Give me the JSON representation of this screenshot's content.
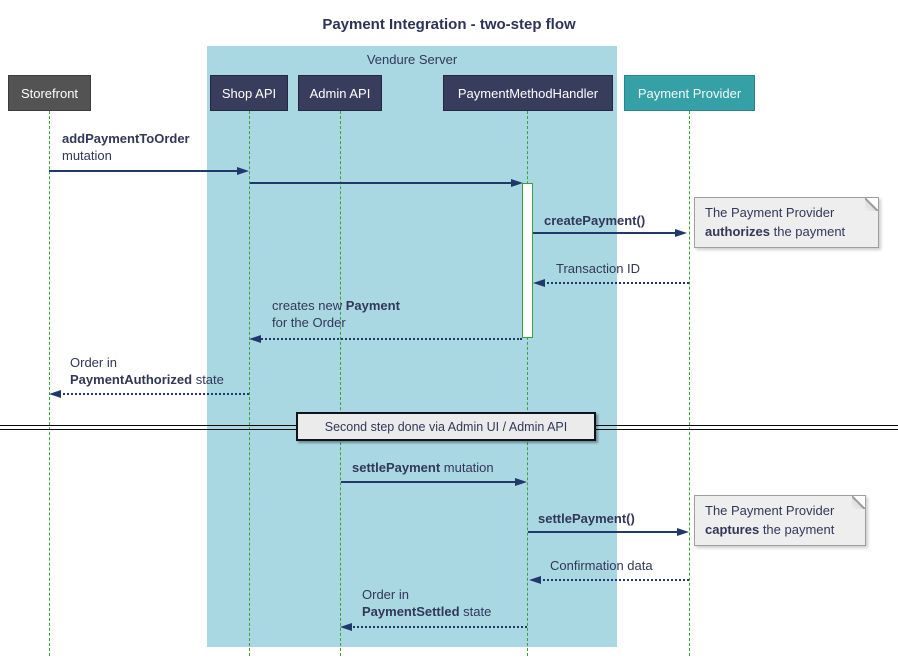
{
  "title": "Payment Integration - two-step flow",
  "frame": {
    "label": "Vendure Server"
  },
  "participants": [
    {
      "id": "storefront",
      "label": "Storefront"
    },
    {
      "id": "shop-api",
      "label": "Shop API"
    },
    {
      "id": "admin-api",
      "label": "Admin API"
    },
    {
      "id": "payment-method-handler",
      "label": "PaymentMethodHandler"
    },
    {
      "id": "payment-provider",
      "label": "Payment Provider"
    }
  ],
  "messages": {
    "add_payment": {
      "bold": "addPaymentToOrder",
      "rest": "mutation"
    },
    "create_payment": {
      "bold": "createPayment()"
    },
    "transaction_id": {
      "text": "Transaction ID"
    },
    "creates_new": {
      "pre": "creates new ",
      "bold": "Payment",
      "line2": "for the Order"
    },
    "payment_authorized": {
      "line1": "Order in",
      "bold": "PaymentAuthorized",
      "post": " state"
    },
    "settle_mutation": {
      "bold": "settlePayment",
      "post": " mutation"
    },
    "settle_payment": {
      "bold": "settlePayment()"
    },
    "confirmation": {
      "text": "Confirmation data"
    },
    "payment_settled": {
      "line1": "Order in",
      "bold": "PaymentSettled",
      "post": " state"
    }
  },
  "divider": {
    "text": "Second step done via Admin UI / Admin API"
  },
  "notes": {
    "authorize": {
      "line1": "The Payment Provider",
      "bold": "authorizes",
      "post": " the payment"
    },
    "capture": {
      "line1": "The Payment Provider",
      "bold": "captures",
      "post": " the payment"
    }
  },
  "colors": {
    "frame_background": "#a9d8e2",
    "participant_navy": "#383d5d",
    "participant_gray": "#535353",
    "participant_teal": "#35a1a6",
    "arrow_navy": "#21386b",
    "lifeline_green": "#3ba13b",
    "note_background": "#eeeeee",
    "text_navy": "#323757"
  }
}
